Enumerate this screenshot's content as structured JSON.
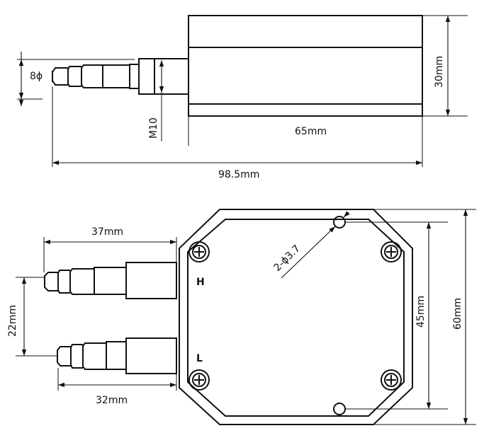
{
  "top_view": {
    "dims": {
      "fitting_dia": "8ϕ",
      "thread": "M10",
      "body_length": "65mm",
      "height": "30mm",
      "total_length": "98.5mm"
    }
  },
  "bottom_view": {
    "dims": {
      "port_h_length": "37mm",
      "port_l_length": "32mm",
      "port_spacing": "22mm",
      "holes": "2-ϕ3.7",
      "hole_spacing": "45mm",
      "body_height": "60mm"
    },
    "ports": {
      "high": "H",
      "low": "L"
    }
  }
}
